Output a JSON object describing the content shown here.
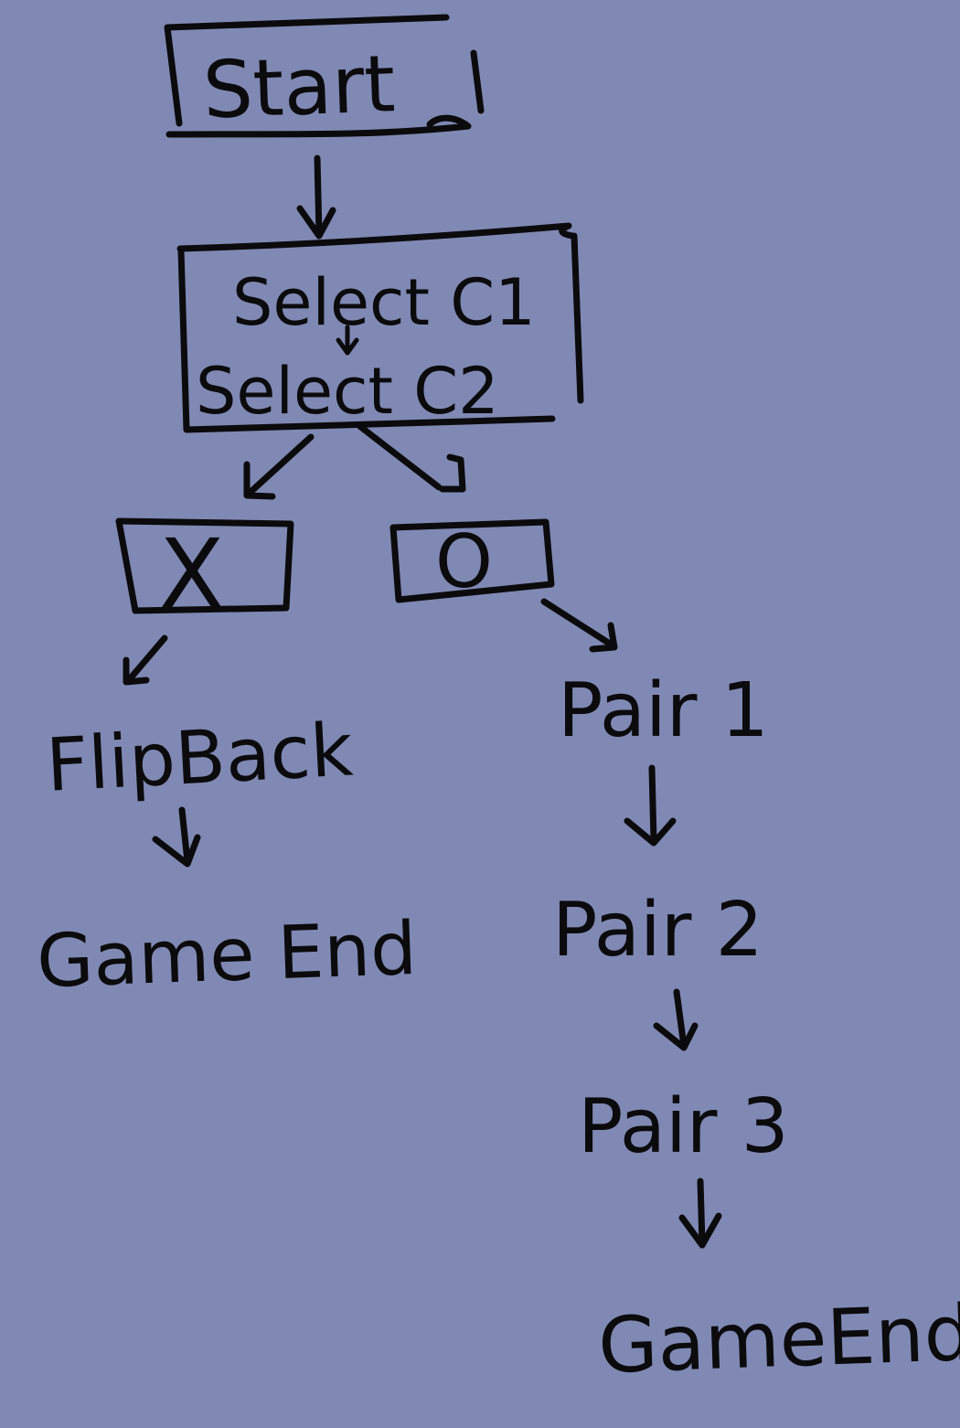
{
  "colors": {
    "background": "#8089b4",
    "ink": "#0b0b0d"
  },
  "nodes": {
    "start": "Start",
    "select_c1": "Select C1",
    "select_c2": "Select C2",
    "no_match_symbol": "X",
    "match_symbol": "O",
    "flip_back": "FlipBack",
    "game_end_left": "Game End",
    "pair1": "Pair 1",
    "pair2": "Pair 2",
    "pair3": "Pair 3",
    "game_end_right": "GameEnd"
  }
}
